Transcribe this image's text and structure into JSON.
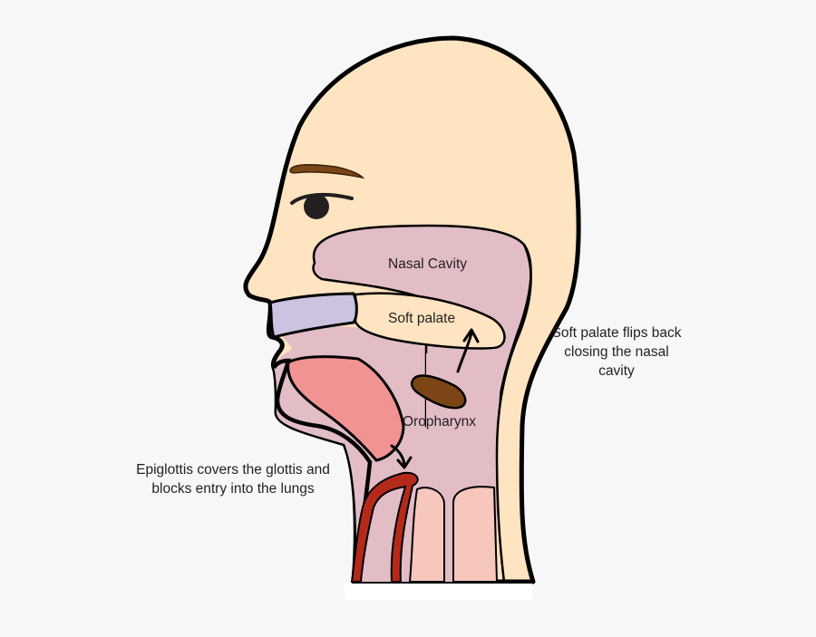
{
  "labels": {
    "nasal_cavity": "Nasal Cavity",
    "soft_palate": "Soft palate",
    "oropharynx": "Oropharynx",
    "soft_palate_note_line1": "Soft palate flips back",
    "soft_palate_note_line2": "closing the nasal",
    "soft_palate_note_line3": "cavity",
    "epiglottis_note_line1": "Epiglottis covers the glottis and",
    "epiglottis_note_line2": "blocks entry into the lungs"
  },
  "colors": {
    "background": "#f7f7f7",
    "skin": "#fee4c0",
    "cavity": "#e2bdc6",
    "teeth": "#cbc3e0",
    "tongue": "#f19393",
    "uvula_blob": "#7b4516",
    "epiglottis": "#b42a1a",
    "trachea": "#f7c6bc",
    "eyebrow": "#7b4516",
    "outline": "#000000"
  }
}
